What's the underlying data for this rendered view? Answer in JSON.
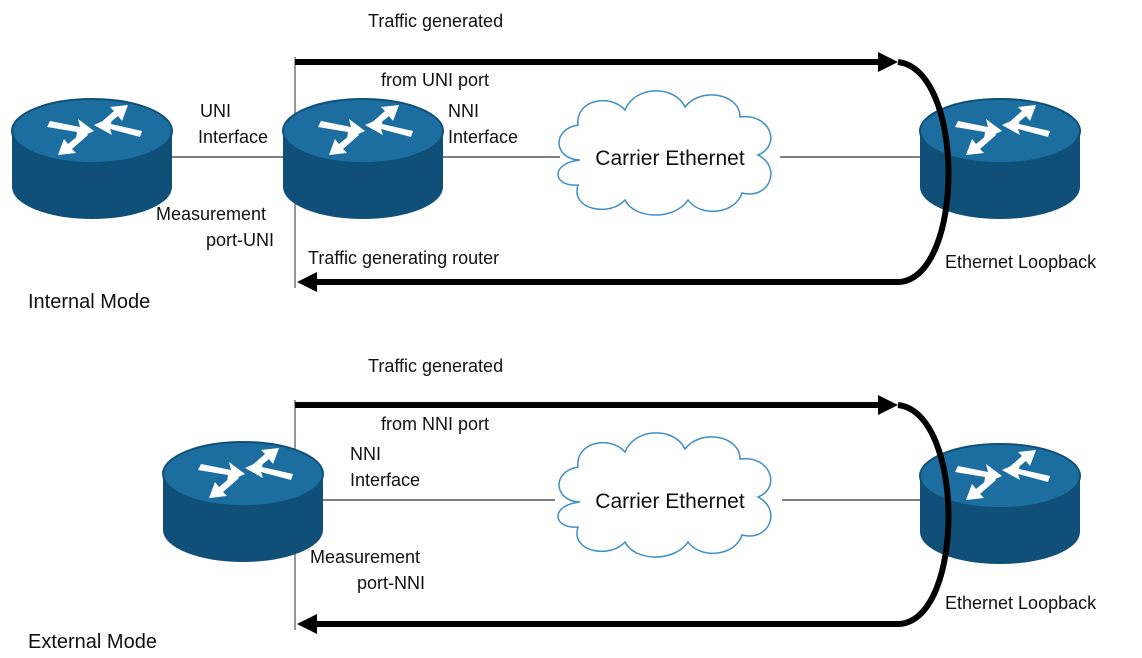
{
  "colors": {
    "router_top": "#1d6ea0",
    "router_side": "#0f4f78",
    "router_arrow": "#ffffff",
    "cloud_stroke": "#3f8fc6",
    "cloud_fill": "#ffffff",
    "arrow": "#000000",
    "line": "#555555"
  },
  "internal": {
    "traffic_generated": "Traffic generated",
    "from_port": "from UNI port",
    "uni_interface": [
      "UNI",
      "Interface"
    ],
    "nni_interface": [
      "NNI",
      "Interface"
    ],
    "cloud": "Carrier Ethernet",
    "measurement": [
      "Measurement",
      "port-UNI"
    ],
    "traffic_router": "Traffic generating router",
    "loopback": "Ethernet Loopback",
    "mode": "Internal Mode"
  },
  "external": {
    "traffic_generated": "Traffic generated",
    "from_port": "from NNI port",
    "nni_interface": [
      "NNI",
      "Interface"
    ],
    "cloud": "Carrier Ethernet",
    "measurement": [
      "Measurement",
      "port-NNI"
    ],
    "loopback": "Ethernet Loopback",
    "mode": "External Mode"
  },
  "icons": [
    "router-icon",
    "cloud-icon"
  ]
}
